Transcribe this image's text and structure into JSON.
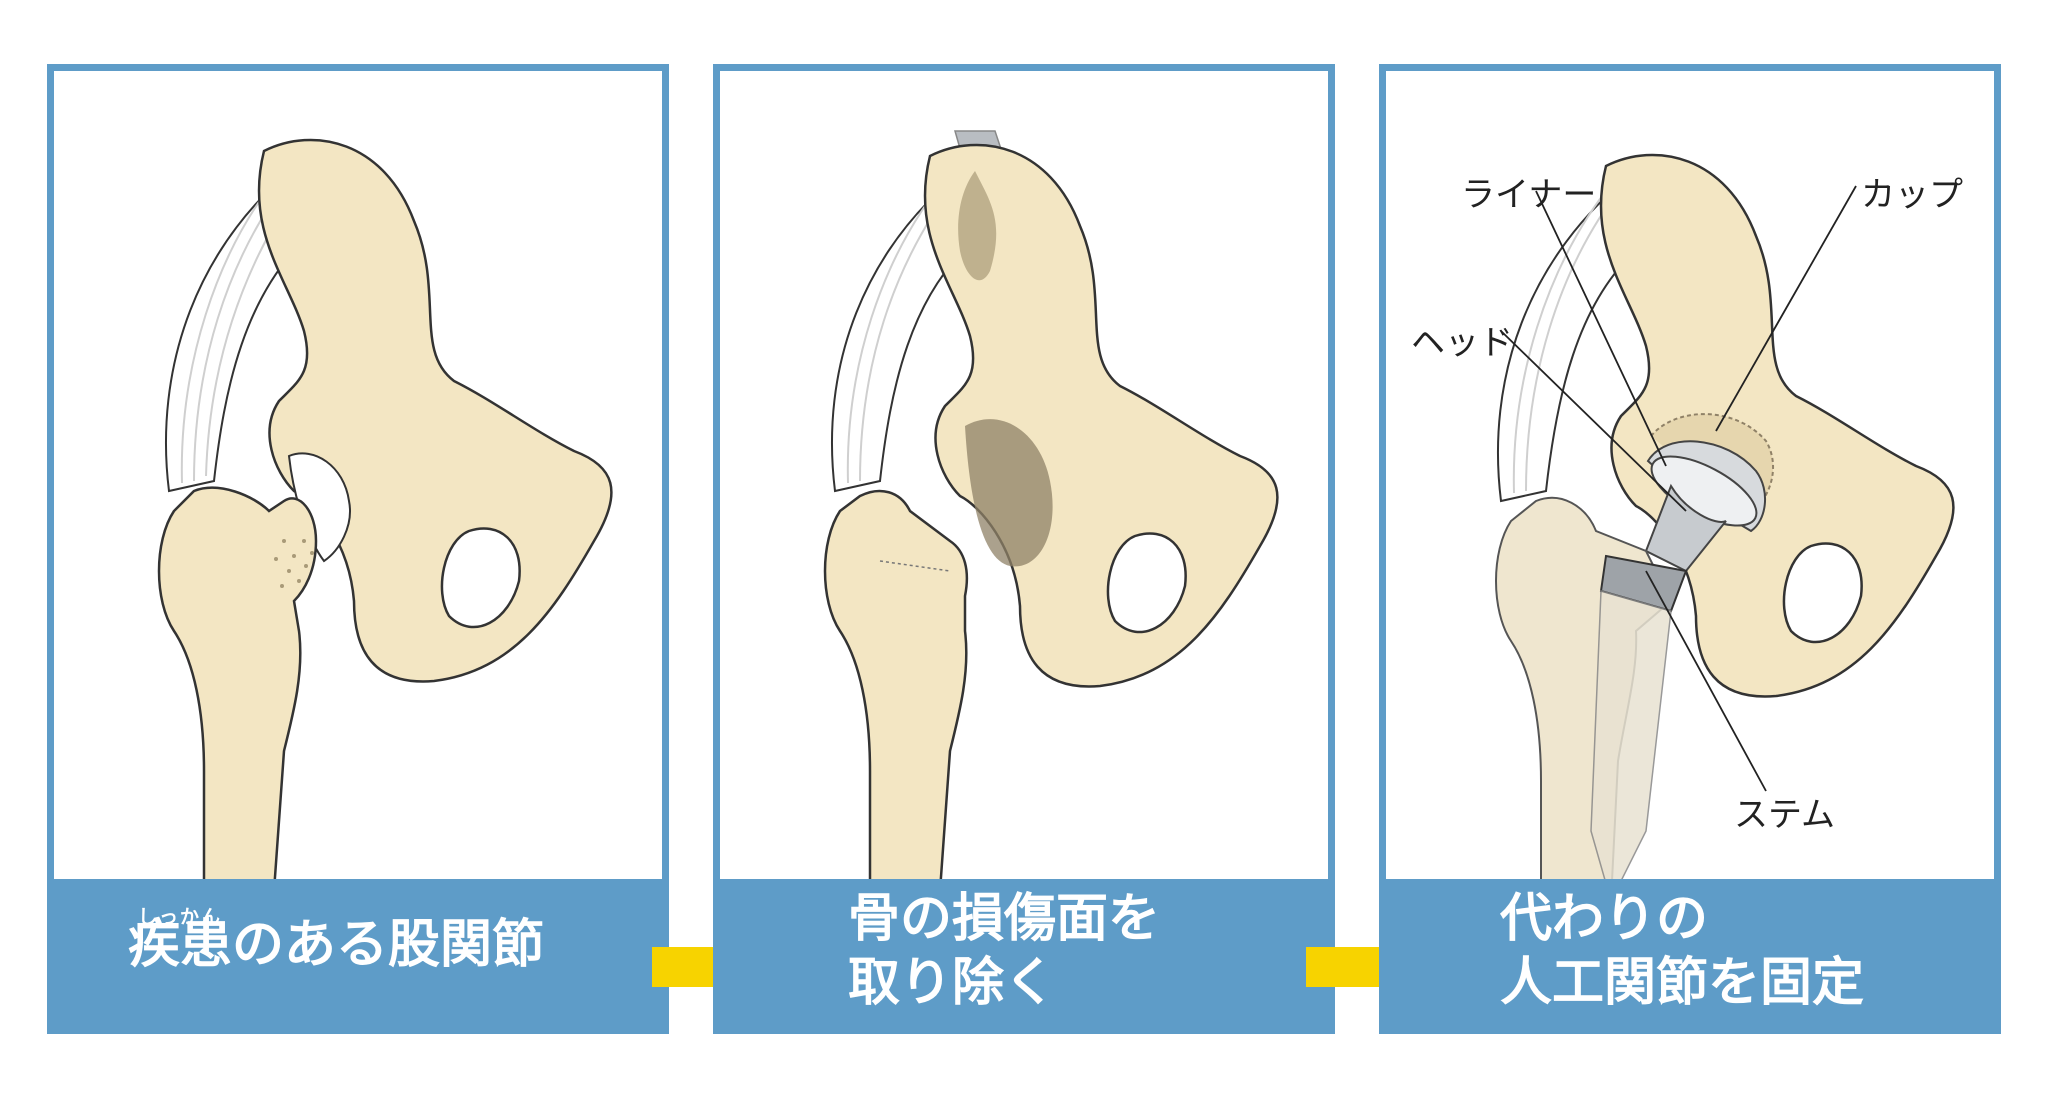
{
  "panels": [
    {
      "caption_lines": [
        "疾患のある股関節"
      ],
      "ruby": "しっかん"
    },
    {
      "caption_lines": [
        "骨の損傷面を",
        "取り除く"
      ]
    },
    {
      "caption_lines": [
        "代わりの",
        "人工関節を固定"
      ]
    }
  ],
  "labels": {
    "liner": "ライナー",
    "cup": "カップ",
    "head": "ヘッド",
    "stem": "ステム"
  },
  "colors": {
    "frame": "#5e9cc8",
    "bone": "#f3e6c3",
    "arrow": "#f7d300",
    "metal": "#b9bdc2"
  }
}
